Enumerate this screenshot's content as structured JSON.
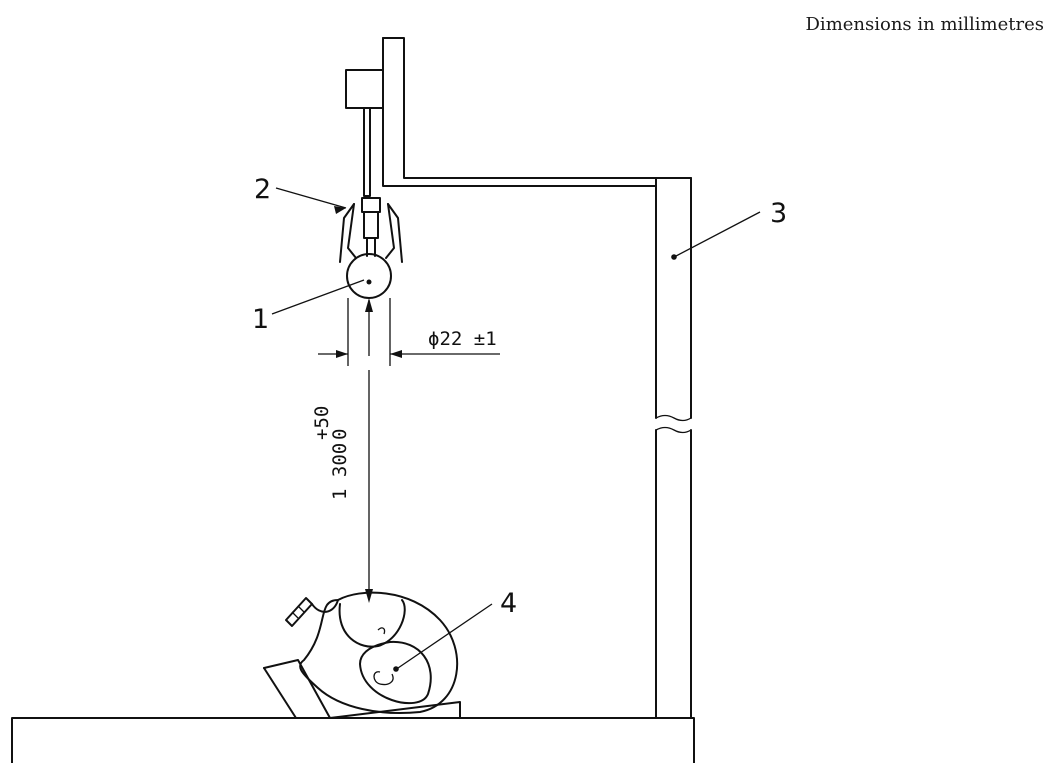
{
  "header": {
    "note": "Dimensions in millimetres"
  },
  "callouts": {
    "item1": "1",
    "item2": "2",
    "item3": "3",
    "item4": "4"
  },
  "dimensions": {
    "diameter": "ϕ22 ±1",
    "height": "1 300",
    "tol_upper": "+50",
    "tol_lower": "0"
  }
}
